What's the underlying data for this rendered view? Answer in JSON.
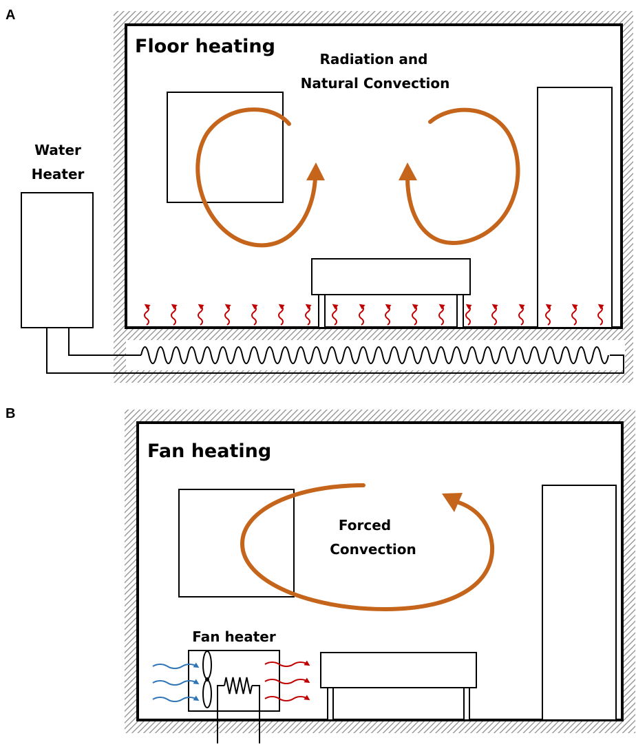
{
  "panel_a": {
    "letter": "A",
    "title": "Floor heating",
    "flow_label_line1": "Radiation and",
    "flow_label_line2": "Natural Convection",
    "heater_label_line1": "Water",
    "heater_label_line2": "Heater"
  },
  "panel_b": {
    "letter": "B",
    "title": "Fan heating",
    "flow_label_line1": "Forced",
    "flow_label_line2": "Convection",
    "heater_label": "Fan heater"
  },
  "colors": {
    "convection_arrow": "#c5651c",
    "heat_arrow": "#c00000",
    "cold_air_arrow": "#2e75b6",
    "wall_hatch": "#888888"
  }
}
